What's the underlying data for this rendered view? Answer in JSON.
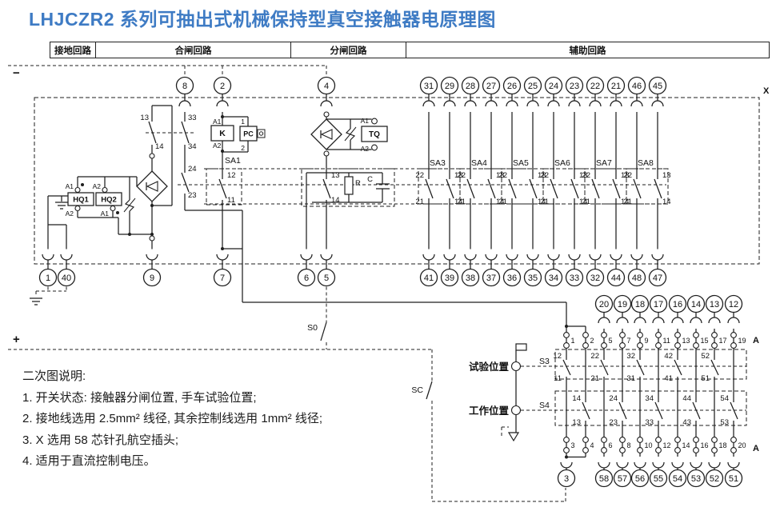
{
  "title": "LHJCZR2 系列可抽出式机械保持型真空接触器电原理图",
  "header": {
    "cells": [
      "接地回路",
      "合闸回路",
      "分闸回路",
      "辅助回路"
    ]
  },
  "bus": {
    "minus": "−",
    "plus": "+"
  },
  "connectors": {
    "x": "X",
    "a": "A"
  },
  "terminals": {
    "main_top": [
      "8",
      "2",
      "4"
    ],
    "aux_top": [
      "31",
      "29",
      "28",
      "27",
      "26",
      "25",
      "24",
      "23",
      "22",
      "21",
      "46",
      "45"
    ],
    "main_bottom": [
      "1",
      "40",
      "9",
      "7",
      "6",
      "5"
    ],
    "aux_bottom": [
      "41",
      "39",
      "38",
      "37",
      "36",
      "35",
      "34",
      "33",
      "32",
      "44",
      "48",
      "47"
    ],
    "lr_top": [
      "20",
      "19",
      "18",
      "17",
      "16",
      "14",
      "13",
      "12"
    ],
    "lr_bottom_left": "3",
    "lr_bottom": [
      "58",
      "57",
      "56",
      "55",
      "54",
      "53",
      "52",
      "51"
    ]
  },
  "pins": {
    "top": [
      "1",
      "2",
      "5",
      "7",
      "9",
      "11",
      "13",
      "15",
      "17",
      "19"
    ],
    "bottom": [
      "3",
      "4",
      "6",
      "8",
      "10",
      "12",
      "14",
      "16",
      "18",
      "20"
    ]
  },
  "sa_groups": {
    "names": [
      "SA3",
      "SA4",
      "SA5",
      "SA6",
      "SA7",
      "SA8"
    ],
    "left_contact": [
      "22",
      "21"
    ],
    "right_contact": [
      "13",
      "14"
    ]
  },
  "closing": {
    "contact_a": [
      "13",
      "14"
    ],
    "contact_b1": [
      "33",
      "34"
    ],
    "contact_b2": [
      "24",
      "23"
    ],
    "hq1": {
      "label": "HQ1",
      "top_pin": "A1",
      "bottom_pin": "A2"
    },
    "hq2": {
      "label": "HQ2",
      "top_pin": "A2",
      "bottom_pin": "A1"
    },
    "k": {
      "label": "K",
      "top_pin": "A1",
      "bottom_pin": "A2"
    },
    "pc": {
      "label": "PC",
      "top_pin": "1",
      "bottom_pin": "2"
    },
    "sa1": {
      "label": "SA1",
      "contact": [
        "12",
        "11"
      ]
    }
  },
  "opening": {
    "tq": {
      "label": "TQ",
      "top_pin": "A1",
      "bottom_pin": "A2"
    },
    "contact": [
      "13",
      "14"
    ],
    "r_label": "R",
    "c_label": "C"
  },
  "switches": {
    "s0": "S0",
    "sc": "SC",
    "s3": "S3",
    "s4": "S4"
  },
  "positions": {
    "test": "试验位置",
    "work": "工作位置"
  },
  "s3_contacts": [
    [
      "12",
      "11"
    ],
    [
      "22",
      "21"
    ],
    [
      "32",
      "31"
    ],
    [
      "42",
      "41"
    ],
    [
      "52",
      "51"
    ]
  ],
  "s4_contacts": [
    [
      "14",
      "13"
    ],
    [
      "24",
      "23"
    ],
    [
      "34",
      "33"
    ],
    [
      "44",
      "43"
    ],
    [
      "54",
      "53"
    ]
  ],
  "notes": {
    "title": "二次图说明:",
    "items": [
      "1. 开关状态: 接触器分闸位置, 手车试验位置;",
      "2. 接地线选用 2.5mm² 线径, 其余控制线选用 1mm² 线径;",
      "3. X 选用 58 芯针孔航空插头;",
      "4. 适用于直流控制电压。"
    ]
  },
  "colors": {
    "title": "#3e7bc4",
    "line": "#1f1f1f"
  }
}
